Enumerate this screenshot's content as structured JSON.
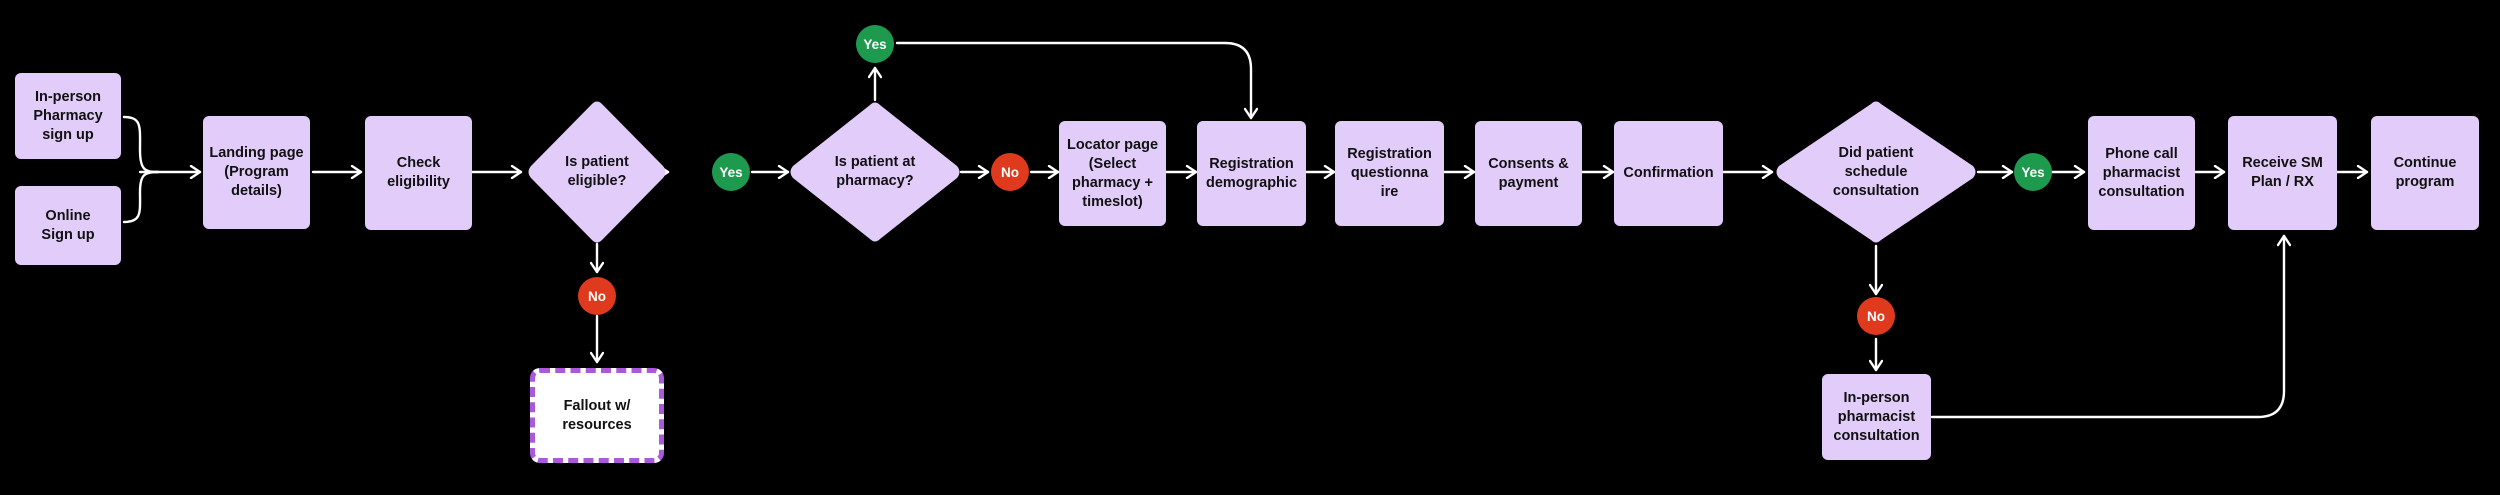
{
  "colors": {
    "node_fill": "#e2ccfa",
    "yes_badge": "#1e9a4f",
    "no_badge": "#e03a1e",
    "connector": "#ffffff",
    "fallout_border": "#a85ad8",
    "background": "#000000"
  },
  "nodes": {
    "in_person_signup": "In-person\nPharmacy\nsign up",
    "online_signup": "Online\nSign up",
    "landing_page": "Landing page\n(Program\ndetails)",
    "check_eligibility": "Check\neligibility",
    "is_eligible": "Is patient\neligible?",
    "fallout": "Fallout w/\nresources",
    "is_at_pharmacy": "Is patient at\npharmacy?",
    "locator_page": "Locator page\n(Select\npharmacy +\ntimeslot)",
    "registration_demographic": "Registration\ndemographic",
    "registration_questionnaire": "Registration\nquestionna\nire",
    "consents_payment": "Consents &\npayment",
    "confirmation": "Confirmation",
    "did_schedule": "Did patient\nschedule\nconsultation",
    "in_person_consultation": "In-person\npharmacist\nconsultation",
    "phone_call_consultation": "Phone call\npharmacist\nconsultation",
    "receive_sm_plan": "Receive SM\nPlan / RX",
    "continue_program": "Continue\nprogram"
  },
  "badges": {
    "eligible_yes": "Yes",
    "eligible_no": "No",
    "pharmacy_yes": "Yes",
    "pharmacy_no": "No",
    "schedule_yes": "Yes",
    "schedule_no": "No"
  }
}
